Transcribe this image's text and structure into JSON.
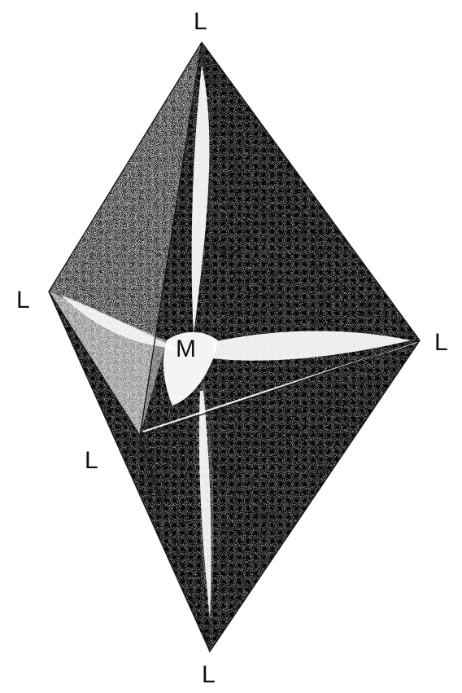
{
  "labels": {
    "apex_top": "L",
    "apex_bottom": "L",
    "vertex_left": "L",
    "vertex_right": "L",
    "vertex_front": "L",
    "center": "M"
  },
  "colors": {
    "ink": "#111111",
    "paper": "#ffffff"
  }
}
